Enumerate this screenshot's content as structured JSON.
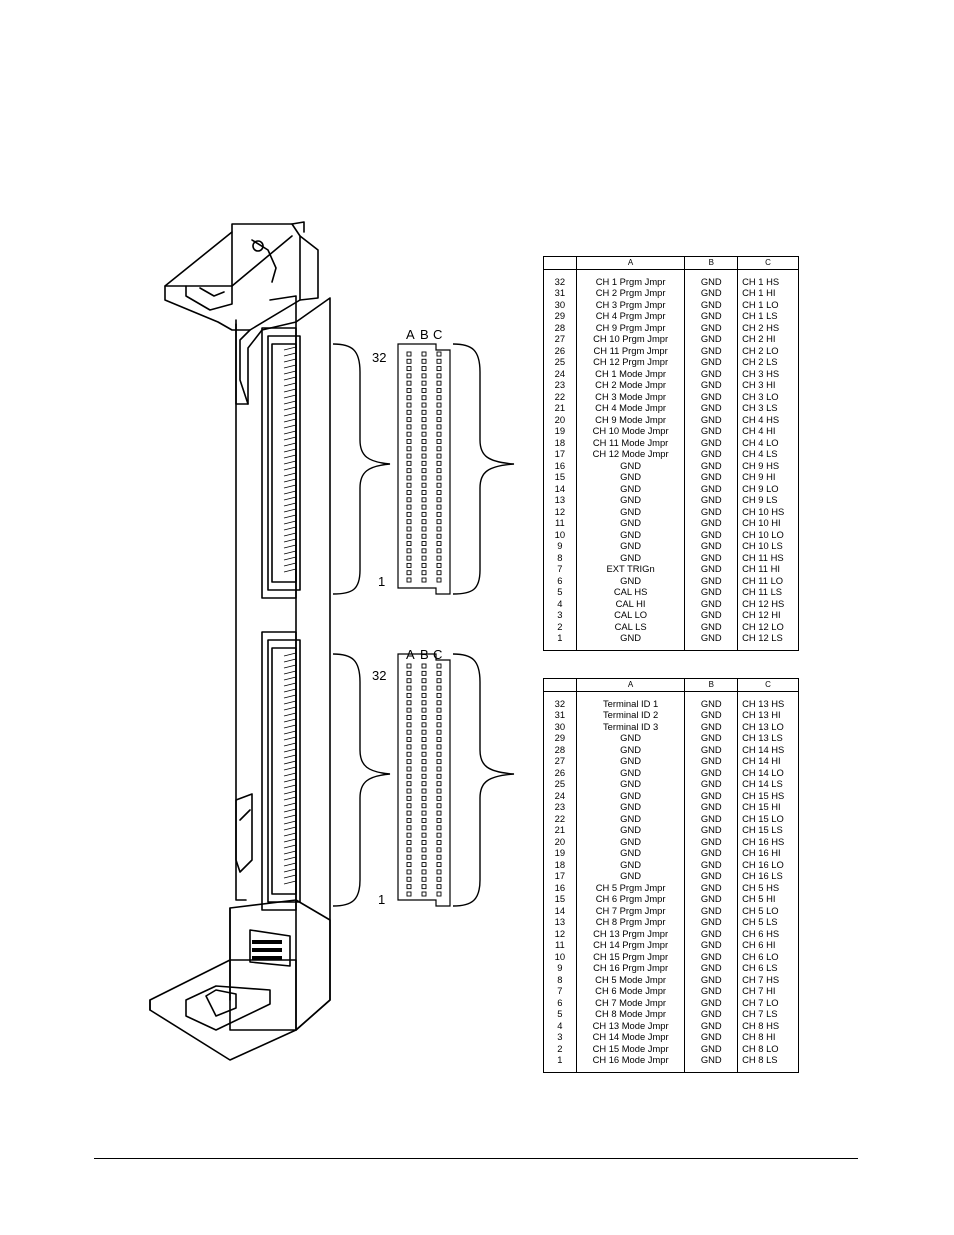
{
  "connector_top": {
    "column_labels": [
      "A",
      "B",
      "C"
    ],
    "pin_top_label": "32",
    "pin_bottom_label": "1"
  },
  "connector_bottom": {
    "column_labels": [
      "A",
      "B",
      "C"
    ],
    "pin_top_label": "32",
    "pin_bottom_label": "1"
  },
  "table_top": {
    "headers": [
      "",
      "A",
      "B",
      "C"
    ],
    "rows": [
      [
        "32",
        "CH 1 Prgm Jmpr",
        "GND",
        "CH 1 HS"
      ],
      [
        "31",
        "CH 2 Prgm Jmpr",
        "GND",
        "CH 1 HI"
      ],
      [
        "30",
        "CH 3 Prgm Jmpr",
        "GND",
        "CH 1 LO"
      ],
      [
        "29",
        "CH 4 Prgm Jmpr",
        "GND",
        "CH 1 LS"
      ],
      [
        "28",
        "CH 9 Prgm Jmpr",
        "GND",
        "CH 2 HS"
      ],
      [
        "27",
        "CH 10 Prgm Jmpr",
        "GND",
        "CH 2 HI"
      ],
      [
        "26",
        "CH 11 Prgm Jmpr",
        "GND",
        "CH 2 LO"
      ],
      [
        "25",
        "CH 12 Prgm Jmpr",
        "GND",
        "CH 2 LS"
      ],
      [
        "24",
        "CH 1 Mode Jmpr",
        "GND",
        "CH 3 HS"
      ],
      [
        "23",
        "CH 2 Mode Jmpr",
        "GND",
        "CH 3 HI"
      ],
      [
        "22",
        "CH 3 Mode Jmpr",
        "GND",
        "CH 3 LO"
      ],
      [
        "21",
        "CH 4 Mode Jmpr",
        "GND",
        "CH 3 LS"
      ],
      [
        "20",
        "CH 9 Mode Jmpr",
        "GND",
        "CH 4 HS"
      ],
      [
        "19",
        "CH 10 Mode Jmpr",
        "GND",
        "CH 4 HI"
      ],
      [
        "18",
        "CH 11 Mode Jmpr",
        "GND",
        "CH 4 LO"
      ],
      [
        "17",
        "CH 12 Mode Jmpr",
        "GND",
        "CH 4 LS"
      ],
      [
        "16",
        "GND",
        "GND",
        "CH 9 HS"
      ],
      [
        "15",
        "GND",
        "GND",
        "CH 9 HI"
      ],
      [
        "14",
        "GND",
        "GND",
        "CH 9 LO"
      ],
      [
        "13",
        "GND",
        "GND",
        "CH 9 LS"
      ],
      [
        "12",
        "GND",
        "GND",
        "CH 10 HS"
      ],
      [
        "11",
        "GND",
        "GND",
        "CH 10 HI"
      ],
      [
        "10",
        "GND",
        "GND",
        "CH 10 LO"
      ],
      [
        "9",
        "GND",
        "GND",
        "CH 10 LS"
      ],
      [
        "8",
        "GND",
        "GND",
        "CH 11 HS"
      ],
      [
        "7",
        "EXT TRIGn",
        "GND",
        "CH 11 HI"
      ],
      [
        "6",
        "GND",
        "GND",
        "CH 11 LO"
      ],
      [
        "5",
        "CAL HS",
        "GND",
        "CH 11 LS"
      ],
      [
        "4",
        "CAL HI",
        "GND",
        "CH 12 HS"
      ],
      [
        "3",
        "CAL LO",
        "GND",
        "CH 12 HI"
      ],
      [
        "2",
        "CAL LS",
        "GND",
        "CH 12 LO"
      ],
      [
        "1",
        "GND",
        "GND",
        "CH 12 LS"
      ]
    ]
  },
  "table_bottom": {
    "headers": [
      "",
      "A",
      "B",
      "C"
    ],
    "rows": [
      [
        "32",
        "Terminal ID 1",
        "GND",
        "CH 13 HS"
      ],
      [
        "31",
        "Terminal ID 2",
        "GND",
        "CH 13 HI"
      ],
      [
        "30",
        "Terminal ID 3",
        "GND",
        "CH 13 LO"
      ],
      [
        "29",
        "GND",
        "GND",
        "CH 13 LS"
      ],
      [
        "28",
        "GND",
        "GND",
        "CH 14 HS"
      ],
      [
        "27",
        "GND",
        "GND",
        "CH 14 HI"
      ],
      [
        "26",
        "GND",
        "GND",
        "CH 14 LO"
      ],
      [
        "25",
        "GND",
        "GND",
        "CH 14 LS"
      ],
      [
        "24",
        "GND",
        "GND",
        "CH 15 HS"
      ],
      [
        "23",
        "GND",
        "GND",
        "CH 15 HI"
      ],
      [
        "22",
        "GND",
        "GND",
        "CH 15 LO"
      ],
      [
        "21",
        "GND",
        "GND",
        "CH 15 LS"
      ],
      [
        "20",
        "GND",
        "GND",
        "CH 16 HS"
      ],
      [
        "19",
        "GND",
        "GND",
        "CH 16 HI"
      ],
      [
        "18",
        "GND",
        "GND",
        "CH 16 LO"
      ],
      [
        "17",
        "GND",
        "GND",
        "CH 16 LS"
      ],
      [
        "16",
        "CH 5 Prgm Jmpr",
        "GND",
        "CH 5 HS"
      ],
      [
        "15",
        "CH 6 Prgm Jmpr",
        "GND",
        "CH 5 HI"
      ],
      [
        "14",
        "CH 7 Prgm Jmpr",
        "GND",
        "CH 5 LO"
      ],
      [
        "13",
        "CH 8 Prgm Jmpr",
        "GND",
        "CH 5 LS"
      ],
      [
        "12",
        "CH 13 Prgm Jmpr",
        "GND",
        "CH 6 HS"
      ],
      [
        "11",
        "CH 14 Prgm Jmpr",
        "GND",
        "CH 6 HI"
      ],
      [
        "10",
        "CH 15 Prgm Jmpr",
        "GND",
        "CH 6 LO"
      ],
      [
        "9",
        "CH 16 Prgm Jmpr",
        "GND",
        "CH 6 LS"
      ],
      [
        "8",
        "CH 5 Mode Jmpr",
        "GND",
        "CH 7 HS"
      ],
      [
        "7",
        "CH 6 Mode Jmpr",
        "GND",
        "CH 7 HI"
      ],
      [
        "6",
        "CH 7 Mode Jmpr",
        "GND",
        "CH 7 LO"
      ],
      [
        "5",
        "CH 8 Mode Jmpr",
        "GND",
        "CH 7 LS"
      ],
      [
        "4",
        "CH 13 Mode Jmpr",
        "GND",
        "CH 8 HS"
      ],
      [
        "3",
        "CH 14 Mode Jmpr",
        "GND",
        "CH 8 HI"
      ],
      [
        "2",
        "CH 15 Mode Jmpr",
        "GND",
        "CH 8 LO"
      ],
      [
        "1",
        "CH 16 Mode Jmpr",
        "GND",
        "CH 8 LS"
      ]
    ]
  }
}
